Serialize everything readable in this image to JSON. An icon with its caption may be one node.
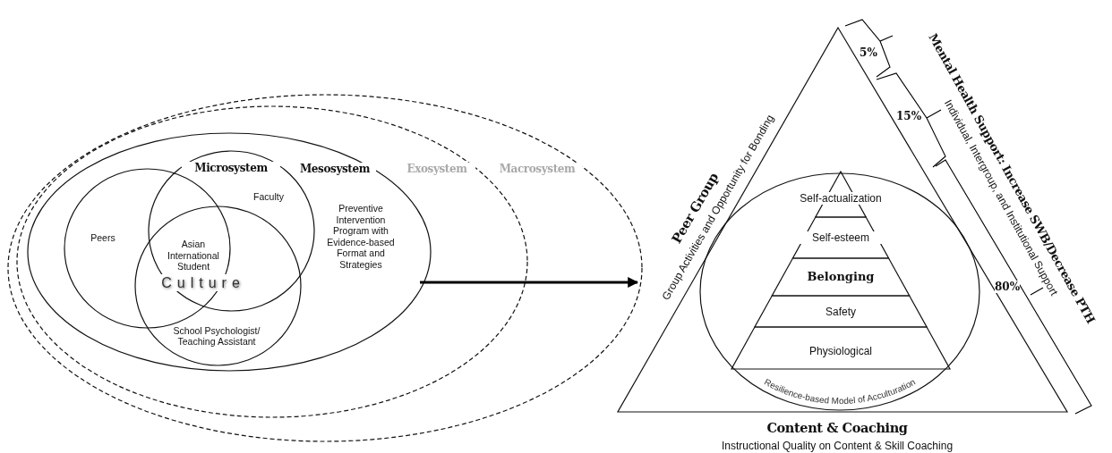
{
  "diagram": {
    "nodes": [
      {
        "text": [
          "Macrosystem"
        ]
      },
      {
        "text": [
          "Exosystem"
        ],
        "in": 0
      },
      {
        "text": [
          "Mesosystem",
          "Preventive Intervention Program with Evidence-based Format and Strategies"
        ],
        "in": 1
      },
      {
        "text": [
          "Peers"
        ],
        "in": 2
      },
      {
        "text": [
          "Microsystem",
          "Faculty"
        ],
        "in": 2
      },
      {
        "text": [
          "School Psychologist/ Teaching Assistant"
        ],
        "in": 2
      },
      {
        "text": [
          "Peer Group",
          "Group Activities and Opportunity for Bonding",
          "Content & Coaching",
          "Instructional Quality on Content & Skill Coaching"
        ]
      },
      {
        "text": [
          "Resilience-based Model of Acculturation"
        ],
        "in": 6
      },
      {
        "text": [
          "Self-actualization"
        ],
        "in": 7
      },
      {
        "text": [
          "Self-esteem"
        ],
        "in": 7
      },
      {
        "text": [
          "Belonging"
        ],
        "in": 7
      },
      {
        "text": [
          "Safety"
        ],
        "in": 7
      },
      {
        "text": [
          "Physiological"
        ],
        "in": 7
      }
    ],
    "edges": [
      {
        "from": 2,
        "to": 6,
        "arrow": "to"
      }
    ],
    "labels": [
      "Asian International Student",
      "Culture",
      "5%",
      "15%",
      "80%",
      "Mental Health Support: Increase SWB/Decrease PTH",
      "Individual, Intergroup, and Institutional Support"
    ]
  }
}
